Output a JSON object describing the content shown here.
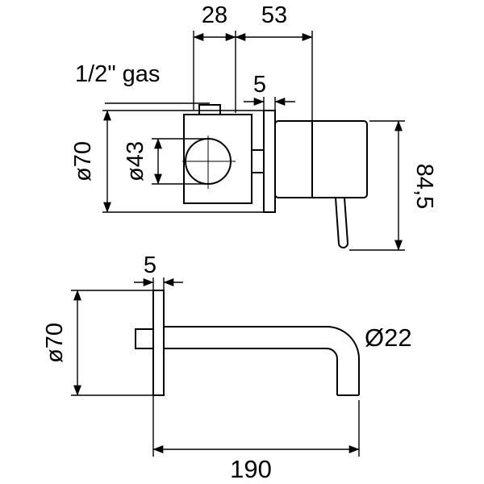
{
  "drawing": {
    "top_view": {
      "dim_28": "28",
      "dim_53": "53",
      "thread_label": "1/2\" gas",
      "plate_thickness": "5",
      "plate_diameter": "ø70",
      "cartridge_diameter": "ø43",
      "height": "84,5"
    },
    "bottom_view": {
      "plate_thickness": "5",
      "plate_diameter": "ø70",
      "spout_diameter": "Ø22",
      "spout_length": "190"
    }
  },
  "colors": {
    "line": "#000000",
    "background": "#ffffff"
  }
}
